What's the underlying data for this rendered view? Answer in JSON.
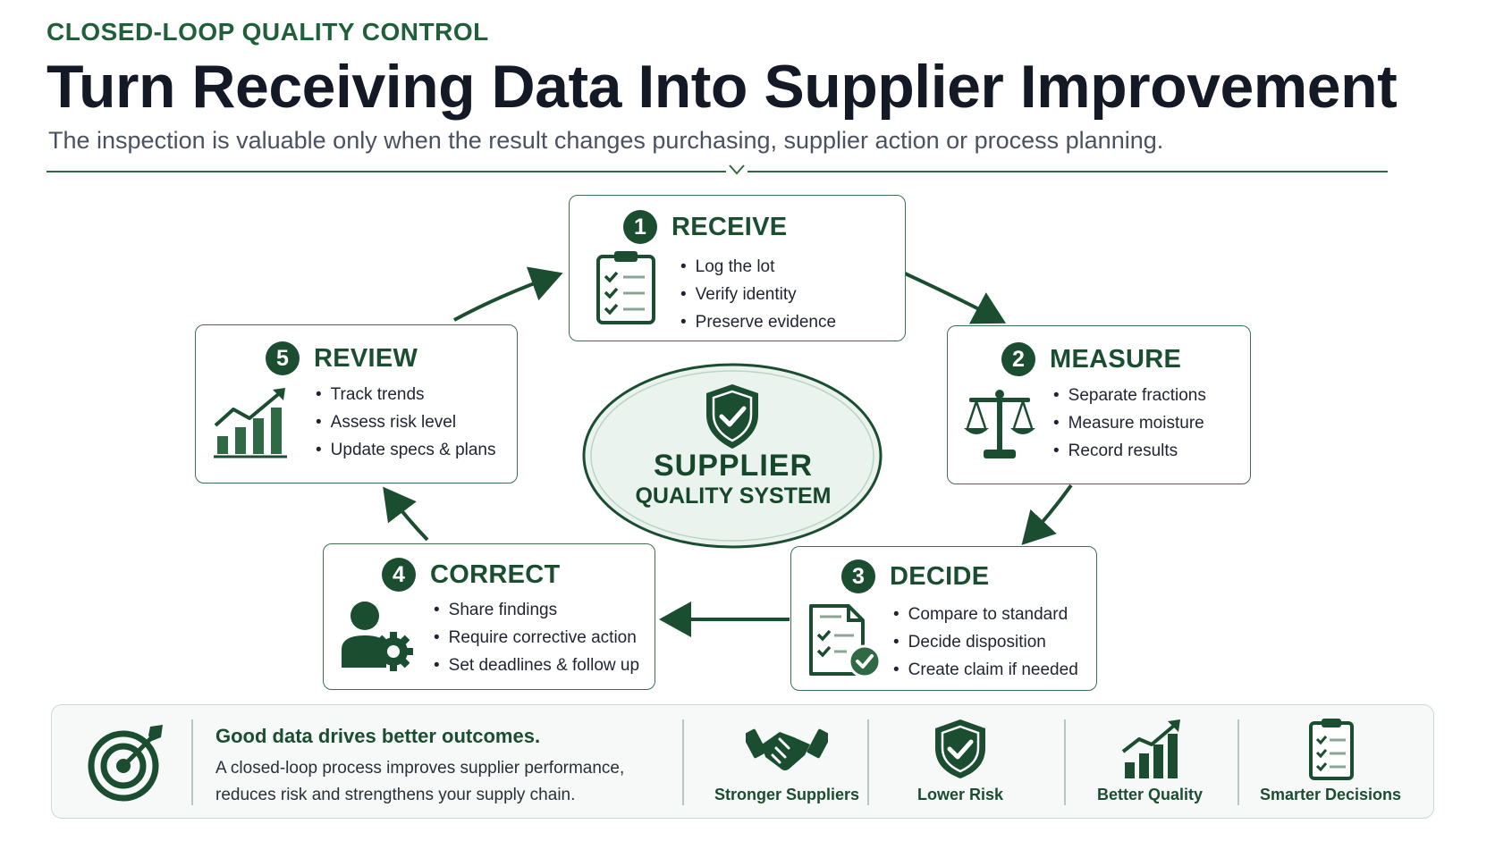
{
  "header": {
    "eyebrow": "CLOSED-LOOP QUALITY CONTROL",
    "title": "Turn Receiving Data Into Supplier Improvement",
    "subtitle": "The inspection is valuable only when the result changes purchasing, supplier action or process planning."
  },
  "center": {
    "line1": "SUPPLIER",
    "line2": "QUALITY SYSTEM",
    "icon": "shield-check-icon"
  },
  "steps": [
    {
      "number": "1",
      "title": "RECEIVE",
      "icon": "clipboard-checklist-icon",
      "bullets": [
        "Log the lot",
        "Verify identity",
        "Preserve evidence"
      ]
    },
    {
      "number": "2",
      "title": "MEASURE",
      "icon": "balance-scale-icon",
      "bullets": [
        "Separate fractions",
        "Measure moisture",
        "Record results"
      ]
    },
    {
      "number": "3",
      "title": "DECIDE",
      "icon": "document-check-icon",
      "bullets": [
        "Compare to standard",
        "Decide disposition",
        "Create claim if needed"
      ]
    },
    {
      "number": "4",
      "title": "CORRECT",
      "icon": "person-gear-icon",
      "bullets": [
        "Share findings",
        "Require corrective action",
        "Set deadlines & follow up"
      ]
    },
    {
      "number": "5",
      "title": "REVIEW",
      "icon": "trend-chart-icon",
      "bullets": [
        "Track trends",
        "Assess risk level",
        "Update specs & plans"
      ]
    }
  ],
  "footer": {
    "heading": "Good data drives better outcomes.",
    "text": "A closed-loop process improves supplier performance, reduces risk and strengthens your supply chain.",
    "icon": "target-icon",
    "benefits": [
      {
        "label": "Stronger Suppliers",
        "icon": "handshake-icon"
      },
      {
        "label": "Lower Risk",
        "icon": "shield-check-icon"
      },
      {
        "label": "Better Quality",
        "icon": "bar-chart-icon"
      },
      {
        "label": "Smarter Decisions",
        "icon": "clipboard-checklist-icon"
      }
    ]
  },
  "colors": {
    "primary": "#1b4d31",
    "accent": "#2f6a45",
    "title": "#141926",
    "center_fill": "#eaf3ed"
  }
}
